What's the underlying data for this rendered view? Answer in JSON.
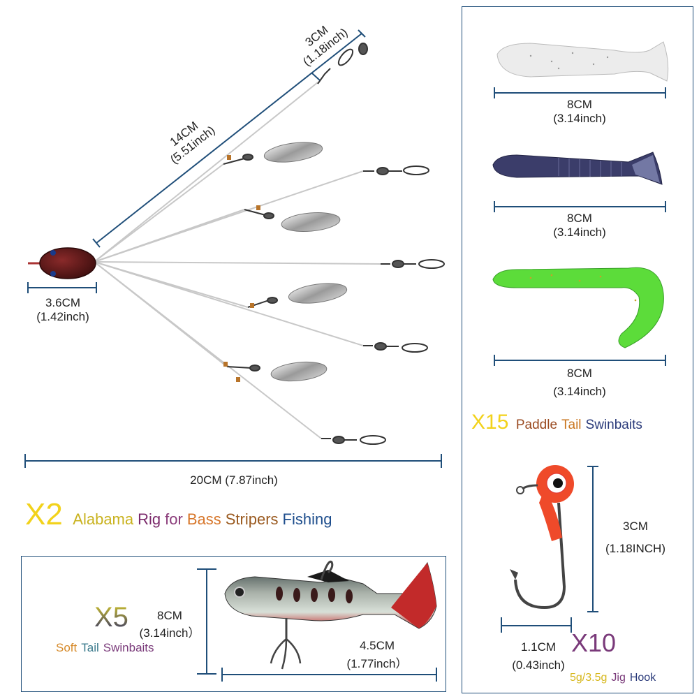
{
  "rig": {
    "dim_arm_len": "3CM",
    "dim_arm_len_in": "(1.18inch)",
    "dim_wire_len": "14CM",
    "dim_wire_len_in": "(5.51inch)",
    "dim_head_len": "3.6CM",
    "dim_head_len_in": "(1.42inch)",
    "dim_total": "20CM  (7.87inch)",
    "caption_count": "X2",
    "caption_words": [
      "Alabama",
      "Rig",
      "for",
      "Bass",
      "Stripers",
      "Fishing"
    ],
    "caption_colors": [
      "#c9b21e",
      "#7b2a6b",
      "#8a3b7a",
      "#d7762a",
      "#9a5a20",
      "#1d4d8c"
    ],
    "count_color": "#f2d21b"
  },
  "soft_tail": {
    "count": "X5",
    "count_color_top": "#d9cc2a",
    "count_color_bottom": "#2a2a6a",
    "label_words": [
      "Soft",
      "Tail",
      "Swinbaits"
    ],
    "label_colors": [
      "#d68a2a",
      "#3a7a8c",
      "#7a3a7a"
    ],
    "dim_height": "8CM",
    "dim_height_in": "(3.14inch）",
    "dim_len": "4.5CM",
    "dim_len_in": "(1.77inch）"
  },
  "paddle": {
    "items": [
      {
        "dim": "8CM",
        "dim_in": "(3.14inch)",
        "color": "#e6e6e6"
      },
      {
        "dim": "8CM",
        "dim_in": "(3.14inch)",
        "color": "#3b3d6a"
      },
      {
        "dim": "8CM",
        "dim_in": "(3.14inch)",
        "color": "#5cdc3a"
      }
    ],
    "caption_count": "X15",
    "caption_words": [
      "Paddle",
      "Tail",
      "Swinbaits"
    ],
    "caption_colors": [
      "#9a4a20",
      "#c9751e",
      "#2a3a7a"
    ],
    "count_color": "#f2d21b"
  },
  "jig": {
    "dim_height": "3CM",
    "dim_height_in": "(1.18INCH)",
    "dim_width": "1.1CM",
    "dim_width_in": "(0.43inch)",
    "count": "X10",
    "count_color": "#7a3a7a",
    "caption_words": [
      "5g/3.5g",
      "Jig",
      "Hook"
    ],
    "caption_colors": [
      "#d7b81e",
      "#7a3a7a",
      "#2a3a7a"
    ]
  },
  "colors": {
    "dimension_line": "#1f4e79",
    "box_border": "#1f4e79"
  }
}
